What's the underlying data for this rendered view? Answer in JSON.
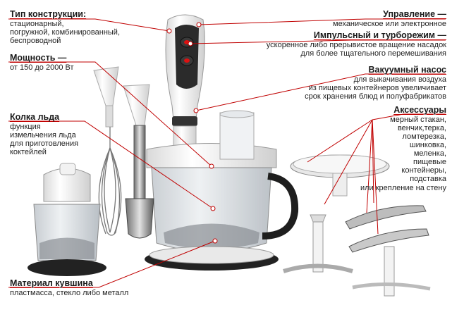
{
  "colors": {
    "leader": "#c00000",
    "text": "#1a1a1a",
    "body_white": "#f4f4f4",
    "dark": "#2a2a2a"
  },
  "callouts": {
    "construction": {
      "title": "Тип конструкции:",
      "lines": [
        "стационарный,",
        "погружной, комбинированный,",
        "беспроводной"
      ]
    },
    "power": {
      "title": "Мощность —",
      "lines": [
        "от 150 до 2000 Вт"
      ]
    },
    "ice": {
      "title": "Колка льда",
      "lines": [
        "функция",
        "измельчения льда",
        "для приготовления",
        "коктейлей"
      ]
    },
    "jug": {
      "title": "Материал кувшина",
      "lines": [
        "пластмасса, стекло либо металл"
      ]
    },
    "control": {
      "title": "Управление —",
      "lines": [
        "механическое или электронное"
      ]
    },
    "turbo": {
      "title": "Импульсный и турборежим —",
      "lines": [
        "ускоренное либо прерывистое вращение насадок",
        "для более тщательного перемешивания"
      ]
    },
    "vacuum": {
      "title": "Вакуумный насос",
      "lines": [
        "для выкачивания воздуха",
        "из пищевых контейнеров увеличивает",
        "срок хранения блюд и полуфабрикатов"
      ]
    },
    "accessories": {
      "title": "Аксессуары",
      "lines": [
        "мерный стакан,",
        "венчик,терка,",
        "ломтерезка,",
        "шинковка,",
        "меленка,",
        "пищевые",
        "контейнеры,",
        "подставка",
        "или крепление на стену"
      ]
    }
  }
}
